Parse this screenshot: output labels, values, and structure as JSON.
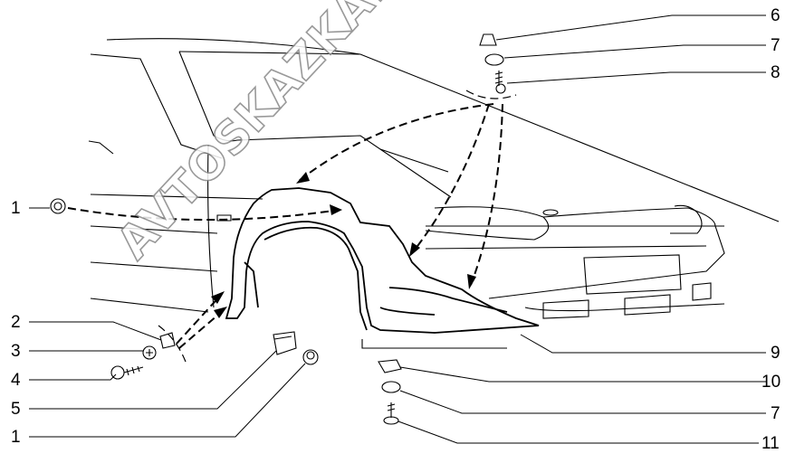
{
  "diagram": {
    "title": "Front wheel arch liner mounting",
    "watermark": "AVTOSKAZKA.ACAT.ONLINE",
    "callouts_left": [
      "1",
      "2",
      "3",
      "4",
      "5",
      "1"
    ],
    "callouts_right": [
      "6",
      "7",
      "8",
      "9",
      "10",
      "7",
      "11"
    ]
  }
}
